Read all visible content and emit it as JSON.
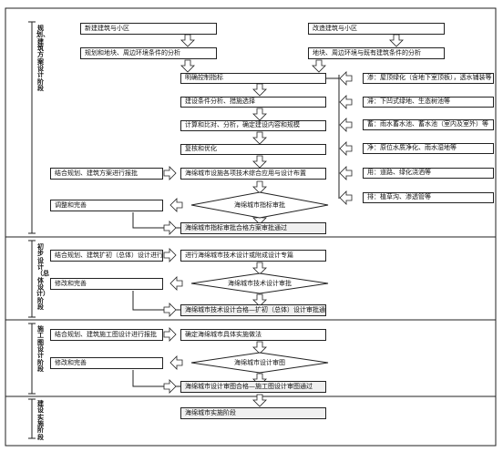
{
  "stages": {
    "planning": "规划、建筑方案设计阶段",
    "preliminary": "初步设计（总体设计）阶段",
    "construction_drawing": "施工图设计阶段",
    "implementation": "建设实施阶段"
  },
  "left_column": {
    "new_build": "新建建筑与小区",
    "planning_analysis": "规划和地块、周边环境条件的分析",
    "submit_planning": "结合规划、建筑方案进行报批",
    "adjust": "调整和完善",
    "submit_preliminary": "结合规划、建筑扩初（总体）设计进行报批",
    "modify_1": "修改和完善",
    "submit_construction": "结合规划、建筑施工图设计进行报批",
    "modify_2": "修改和完善"
  },
  "right_column": {
    "renovation": "改造建筑与小区",
    "plot_analysis": "地块、周边环境与既有建筑条件的分析"
  },
  "center_column": {
    "clear_indicators": "明确控制指标",
    "condition_analysis": "建设条件分析、措施选择",
    "calculation": "计算和比对、分析，确定建设内容和规模",
    "review_optimize": "复核和优化",
    "tech_application": "海绵城市设施各项技术综合应用与设计布置",
    "indicator_review": "海绵城市指标审批",
    "indicator_pass": "海绵城市指标审批合格方案审批通过",
    "tech_design_special": "进行海绵城市技术设计或附成设计专篇",
    "tech_design_review": "海绵城市技术设计审批",
    "tech_design_pass": "海绵城市技术设计合格—扩初（总体）设计审批通过",
    "determine_implementation": "确定海绵城市具体实施做法",
    "design_review": "海绵城市设计审图",
    "construction_pass": "海绵城市设计审图合格—施工图设计审图通过",
    "implementation_stage": "海绵城市实施阶段"
  },
  "measures": {
    "seep": "渗：屋顶绿化（含地下室顶板），透水铺装等",
    "stagnate": "滞：下凹式绿地、生态树池等",
    "store": "蓄：雨水蓄水池、蓄水池（室内及室外）等",
    "purify": "净：原位水质净化、雨水湿地等",
    "use": "用：道路、绿化浇洒等",
    "drain": "排：植草沟、渗透管等"
  },
  "colors": {
    "line": "#222222",
    "arrow_fill": "#ffffff",
    "box_fill": "#ffffff",
    "highlight_fill": "#f0f0f0"
  }
}
